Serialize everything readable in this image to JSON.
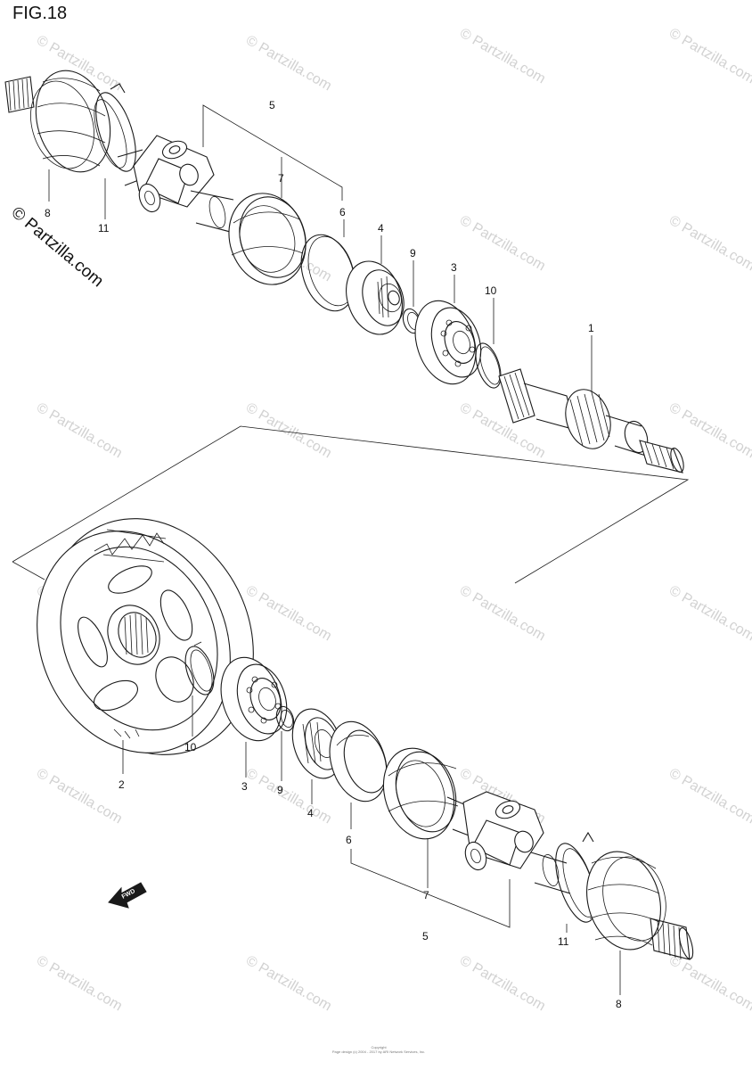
{
  "figure": {
    "title": "FIG.18",
    "side_watermark": "© Partzilla.com",
    "watermark_text": "© Partzilla.com",
    "forward_label": "FWD",
    "copyright_lines": [
      "Copyright",
      "Page design (c) 2004 - 2017 by ARI Network Services, Inc."
    ]
  },
  "callouts": {
    "top": {
      "p1": "1",
      "p3": "3",
      "p4": "4",
      "p5": "5",
      "p6": "6",
      "p7": "7",
      "p8": "8",
      "p9": "9",
      "p10": "10",
      "p11": "11"
    },
    "bottom": {
      "p2": "2",
      "p3": "3",
      "p4": "4",
      "p5": "5",
      "p6": "6",
      "p7": "7",
      "p8": "8",
      "p9": "9",
      "p10": "10",
      "p11": "11"
    }
  },
  "colors": {
    "line": "#1a1a1a",
    "watermark": "#d2d2d2",
    "background": "#ffffff"
  }
}
